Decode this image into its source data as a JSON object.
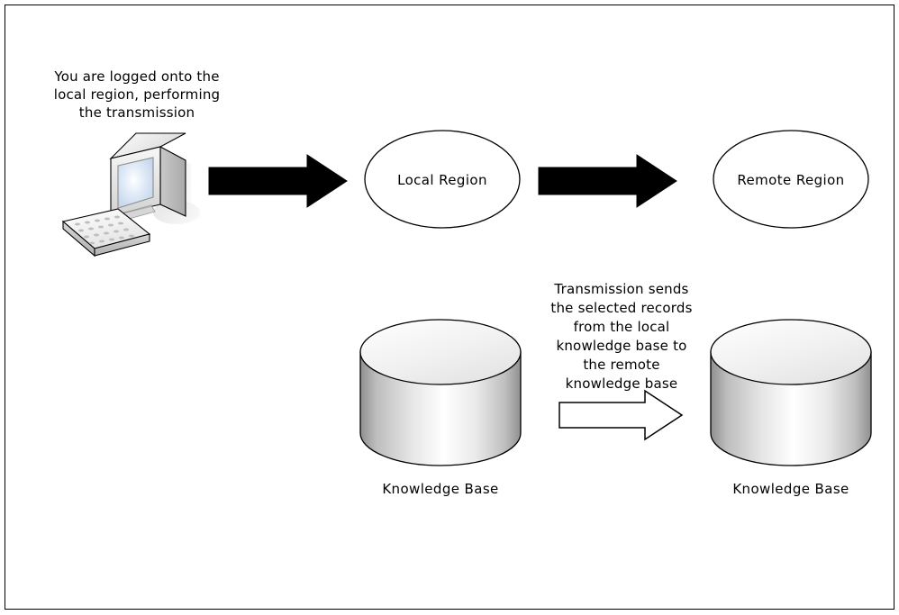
{
  "diagram": {
    "title_note_left": "You are logged onto the\nlocal region, performing\nthe transmission",
    "title_note_middle": "Transmission sends\nthe selected records\nfrom the local\nknowledge base to\nthe remote\nknowledge base",
    "nodes": {
      "workstation": {
        "name": "workstation-computer",
        "label": ""
      },
      "local_region": {
        "label": "Local Region"
      },
      "remote_region": {
        "label": "Remote Region"
      },
      "local_kb": {
        "label": "Knowledge Base"
      },
      "remote_kb": {
        "label": "Knowledge Base"
      }
    },
    "arrows": {
      "arrow_1_style": "solid-black",
      "arrow_2_style": "solid-black",
      "arrow_3_style": "hollow-outline"
    },
    "colors": {
      "stroke": "#000000",
      "background": "#ffffff",
      "monitor_bezel": "#e8e8e8",
      "monitor_side": "#b4b4b4",
      "screen": "#dfe8f5",
      "cylinder_top": "#f2f2f2",
      "cylinder_body_light": "#ffffff",
      "cylinder_body_dark": "#9a9a9a",
      "shadow": "#d9d9d9"
    }
  }
}
